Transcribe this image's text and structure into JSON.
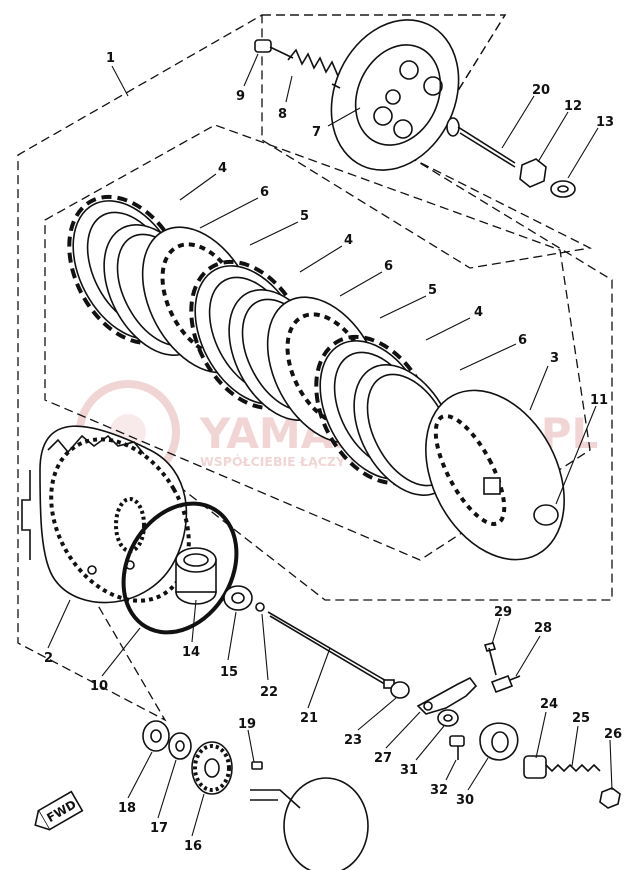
{
  "watermark": {
    "brand": "YAMAHAKLUB.PL",
    "tagline": "WSPÓŁCIEBIE ŁĄCZY PASJA DO YAMAHY"
  },
  "badge": {
    "text": "FWD"
  },
  "colors": {
    "ink": "#111111",
    "watermark": "#e6b4b4",
    "background": "#ffffff"
  },
  "labels": {
    "p1": "1",
    "p2": "2",
    "p3": "3",
    "p4a": "4",
    "p4b": "4",
    "p4c": "4",
    "p5a": "5",
    "p5b": "5",
    "p6a": "6",
    "p6b": "6",
    "p6c": "6",
    "p7": "7",
    "p8": "8",
    "p9": "9",
    "p10": "10",
    "p11": "11",
    "p12": "12",
    "p13": "13",
    "p14": "14",
    "p15": "15",
    "p16": "16",
    "p17": "17",
    "p18": "18",
    "p19": "19",
    "p20": "20",
    "p21": "21",
    "p22": "22",
    "p23": "23",
    "p24": "24",
    "p25": "25",
    "p26": "26",
    "p27": "27",
    "p28": "28",
    "p29": "29",
    "p30": "30",
    "p31": "31",
    "p32": "32"
  }
}
